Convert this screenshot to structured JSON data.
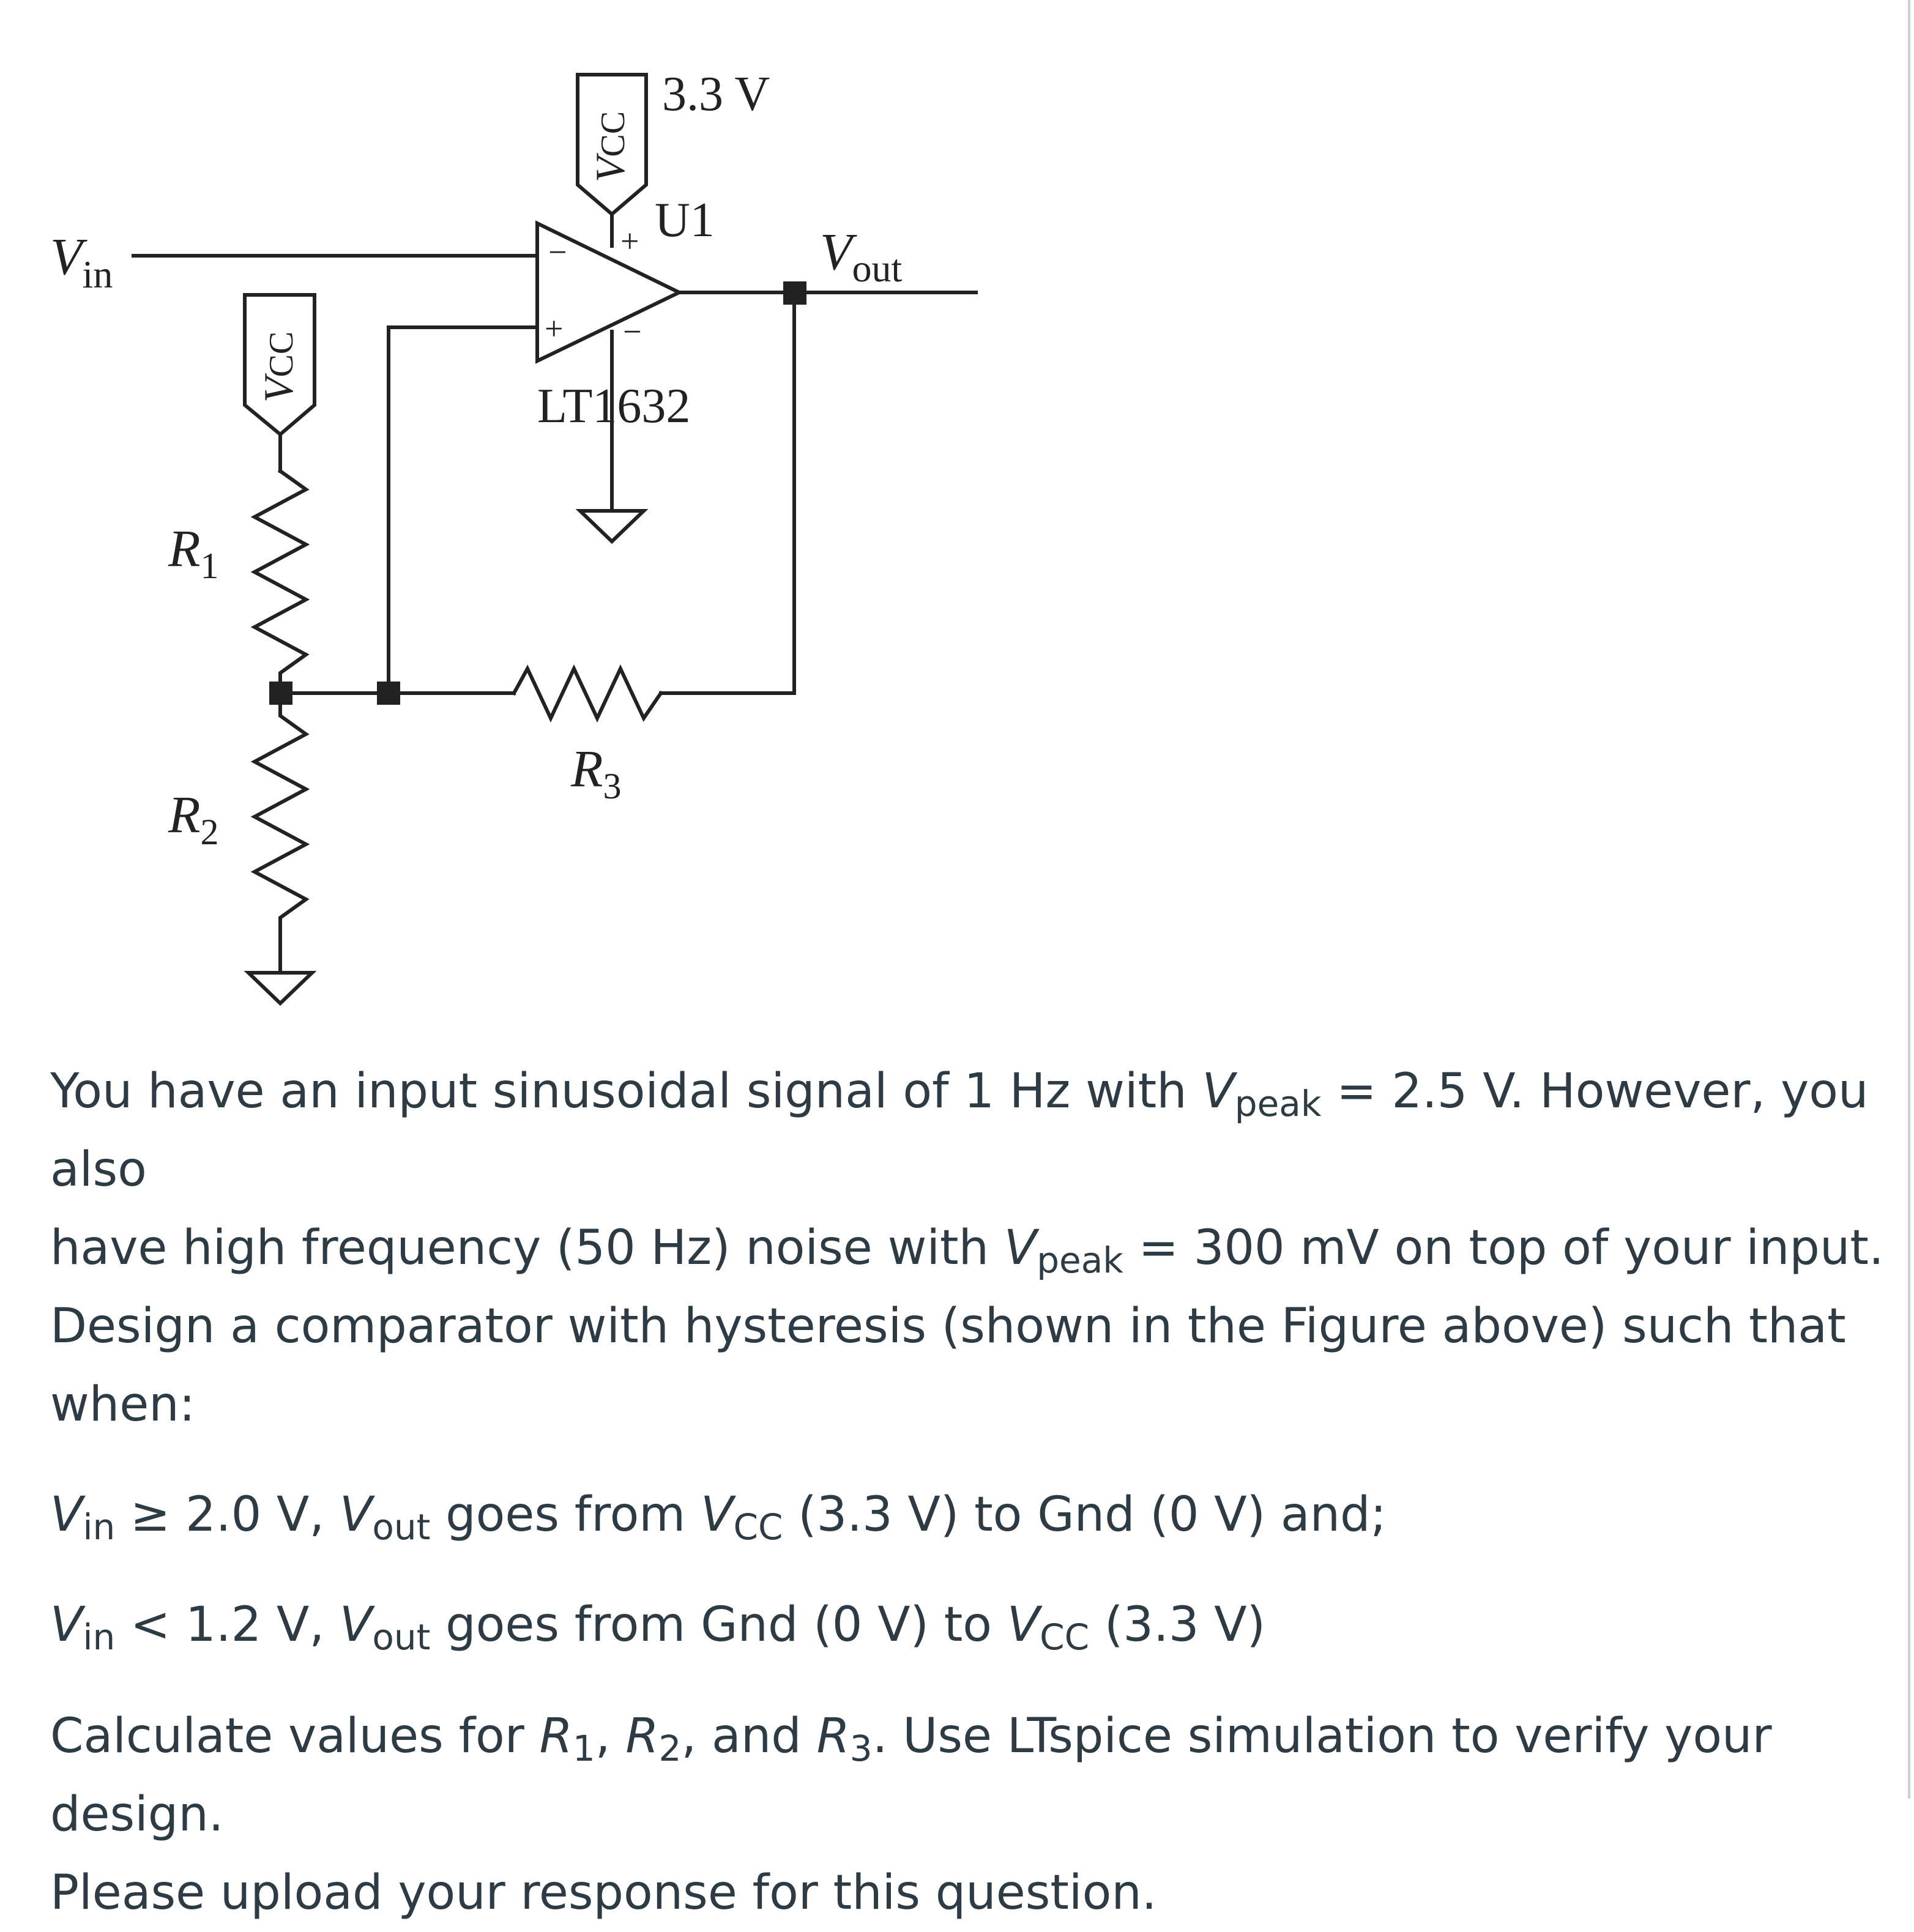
{
  "diagram": {
    "supply_voltage": "3.3 V",
    "vcc_label": "V",
    "vcc_sub": "CC",
    "opamp_ref": "U1",
    "opamp_part": "LT1632",
    "vin_label": "V",
    "vin_sub": "in",
    "vout_label": "V",
    "vout_sub": "out",
    "r1_label": "R",
    "r1_sub": "1",
    "r2_label": "R",
    "r2_sub": "2",
    "r3_label": "R",
    "r3_sub": "3",
    "plus_sign": "+",
    "minus_sign": "−"
  },
  "question": {
    "p1_a": "You have an input sinusoidal signal of 1 Hz with ",
    "v": "V",
    "peak": "peak",
    "p1_b": " = 2.5 V. However, you also",
    "p1_c": "have high frequency (50 Hz) noise with ",
    "p1_d": " = 300 mV on top of your input.",
    "p1_e": "Design a comparator with hysteresis (shown in the Figure above) such that",
    "p1_f": "when:",
    "in": "in",
    "out": "out",
    "cc": "CC",
    "c1_a": " ≥ 2.0 V, ",
    "c1_b": " goes from ",
    "c1_c": " (3.3 V) to Gnd (0 V) and;",
    "c2_a": " < 1.2 V, ",
    "c2_b": " goes from Gnd (0 V) to ",
    "c2_c": " (3.3 V)",
    "p3_a": "Calculate values for ",
    "r": "R",
    "one": "1",
    "two": "2",
    "three": "3",
    "comma": ", ",
    "p3_b": ", and ",
    "p3_c": ". Use LTspice simulation to verify your design.",
    "p3_d": "Please upload your response for this question."
  }
}
